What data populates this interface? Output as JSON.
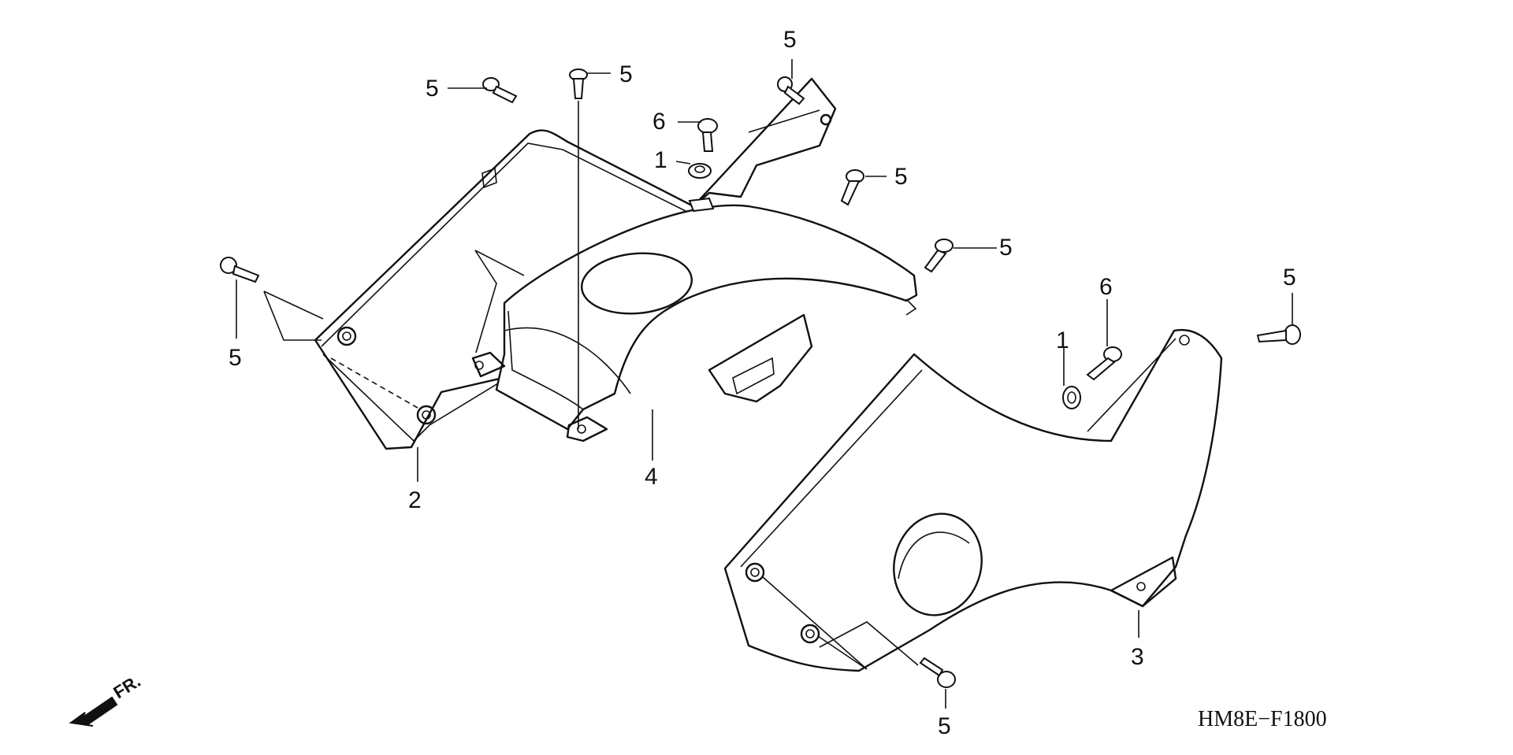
{
  "diagram_code": "HM8E−F1800",
  "front_indicator": {
    "label": "FR.",
    "icon": "front-direction-arrow-icon"
  },
  "callouts": [
    "5",
    "5",
    "5",
    "5",
    "5",
    "5",
    "5",
    "5",
    "5",
    "1",
    "1",
    "6",
    "6",
    "2",
    "3",
    "4"
  ],
  "colors": {
    "ink": "#111111",
    "paper": "#ffffff"
  }
}
